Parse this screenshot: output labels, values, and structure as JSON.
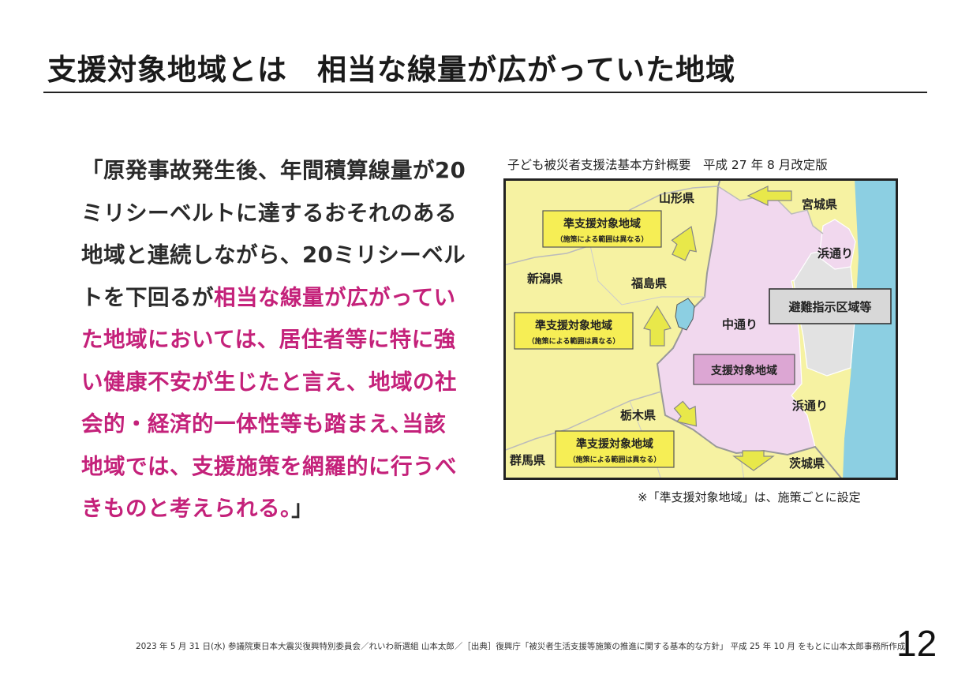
{
  "title": "支援対象地域とは　相当な線量が広がっていた地域",
  "quote": {
    "normal": "「原発事故発生後、年間積算線量が20ミリシーベルトに達するおそれのある地域と連続しながら、20ミリシーベルトを下回るが",
    "highlight": "相当な線量が広がっていた地域においては、居住者等に特に強い健康不安が生じたと言え、地域の社会的・経済的一体性等も踏まえ､当該地域では、支援施策を網羅的に行うべきものと考えられる。",
    "close": "」"
  },
  "map": {
    "caption": "子ども被災者支援法基本方針概要　平成 27 年 8 月改定版",
    "labels": {
      "yamagata": "山形県",
      "miyagi": "宮城県",
      "niigata": "新潟県",
      "fukushima": "福島県",
      "nakadori": "中通り",
      "hamadori_n": "浜通り",
      "hamadori_s": "浜通り",
      "tochigi": "栃木県",
      "gunma": "群馬県",
      "ibaraki": "茨城県"
    },
    "boxes": {
      "semi1_title": "準支援対象地域",
      "semi1_sub": "（施策による範囲は異なる）",
      "semi2_title": "準支援対象地域",
      "semi2_sub": "（施策による範囲は異なる）",
      "semi3_title": "準支援対象地域",
      "semi3_sub": "（施策による範囲は異なる）",
      "support": "支援対象地域",
      "evac": "避難指示区域等"
    },
    "colors": {
      "outside": "#f6f2a2",
      "support": "#f1d8ee",
      "evac": "#e2e2e2",
      "sea": "#8ccfe2",
      "box_yellow": "#f6ee55",
      "box_pink": "#dca6d3",
      "arrow": "#e8e84a"
    },
    "note": "※「準支援対象地域」は、施策ごとに設定"
  },
  "footer": {
    "source": "2023 年 5 月 31 日(水) 参議院東日本大震災復興特別委員会／れいわ新選組 山本太郎／［出典］復興庁「被災者生活支援等施策の推進に関する基本的な方針」 平成 25 年 10 月 をもとに山本太郎事務所作成",
    "page_number": "12"
  }
}
